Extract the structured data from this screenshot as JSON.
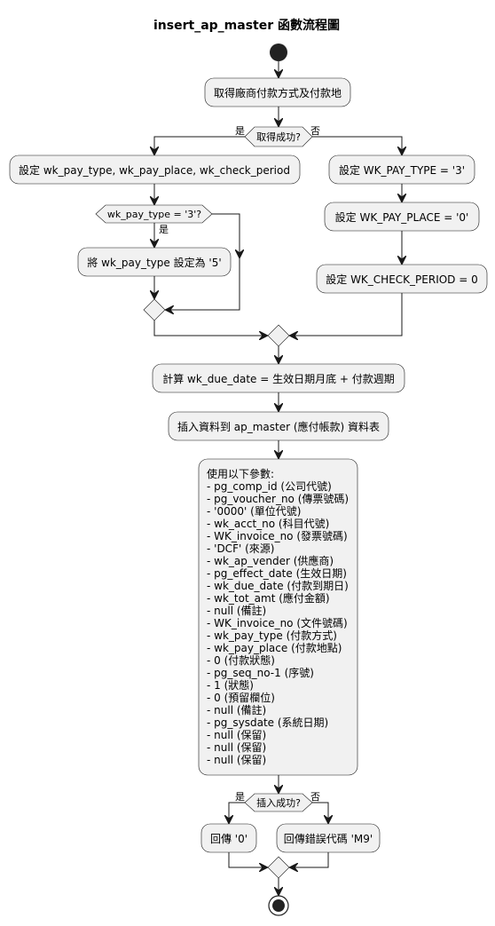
{
  "diagram": {
    "title": "insert_ap_master 函數流程圖",
    "nodes": {
      "get_method": "取得廠商付款方式及付款地",
      "cond_get": "取得成功?",
      "set_three_vars": "設定 wk_pay_type, wk_pay_place, wk_check_period",
      "cond_type": "wk_pay_type = '3'?",
      "set_type5": "將 wk_pay_type 設定為 '5'",
      "set_type3": "設定 WK_PAY_TYPE = '3'",
      "set_place0": "設定 WK_PAY_PLACE = '0'",
      "set_period0": "設定 WK_CHECK_PERIOD = 0",
      "calc_due": "計算 wk_due_date = 生效日期月底 + 付款週期",
      "insert": "插入資料到 ap_master (應付帳款) 資料表",
      "params_title": "使用以下參數:",
      "params": [
        "- pg_comp_id (公司代號)",
        "- pg_voucher_no (傳票號碼)",
        "- '0000' (單位代號)",
        "- wk_acct_no (科目代號)",
        "- WK_invoice_no (發票號碼)",
        "- 'DCF' (來源)",
        "- wk_ap_vender (供應商)",
        "- pg_effect_date (生效日期)",
        "- wk_due_date (付款到期日)",
        "- wk_tot_amt (應付金額)",
        "- null (備註)",
        "- WK_invoice_no (文件號碼)",
        "- wk_pay_type (付款方式)",
        "- wk_pay_place (付款地點)",
        "- 0 (付款狀態)",
        "- pg_seq_no-1 (序號)",
        "- 1 (狀態)",
        "- 0 (預留欄位)",
        "- null (備註)",
        "- pg_sysdate (系統日期)",
        "- null (保留)",
        "- null (保留)",
        "- null (保留)"
      ],
      "cond_insert": "插入成功?",
      "return_ok": "回傳 '0'",
      "return_err": "回傳錯誤代碼 'M9'"
    },
    "branch_labels": {
      "get_yes": "是",
      "get_no": "否",
      "type_yes": "是",
      "insert_yes": "是",
      "insert_no": "否"
    }
  }
}
